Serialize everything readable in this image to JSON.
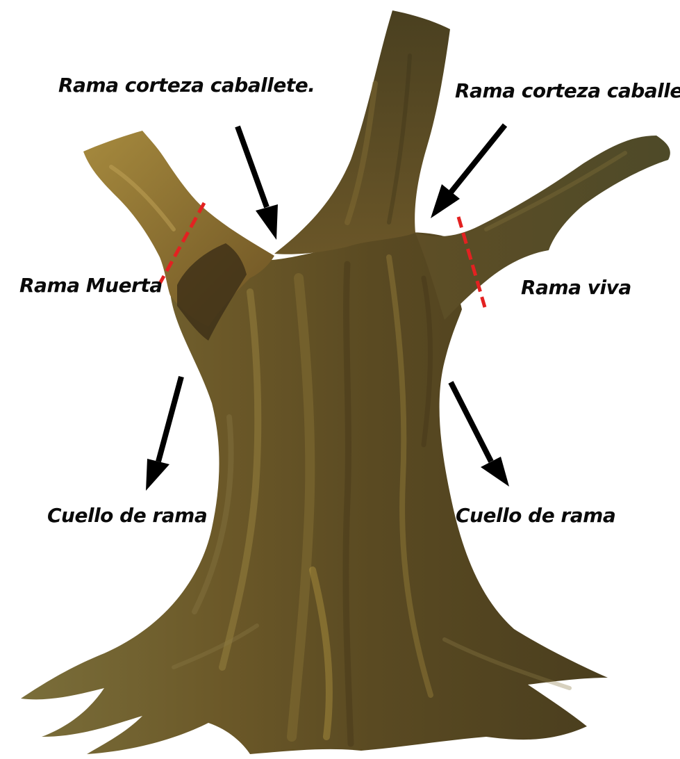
{
  "labels": {
    "branch_bark_ridge_left": "Rama corteza caballete.",
    "branch_bark_ridge_right": "Rama corteza caballete.",
    "dead_branch": "Rama Muerta",
    "live_branch": "Rama viva",
    "branch_collar_left": "Cuello de rama",
    "branch_collar_right": "Cuello de rama"
  },
  "colors": {
    "bark_base": "#6b5a2c",
    "bark_dark": "#3e3218",
    "bark_light": "#9a8440",
    "dead_wood": "#8a6c2e",
    "cut_line": "#e32121",
    "arrow": "#000000"
  }
}
